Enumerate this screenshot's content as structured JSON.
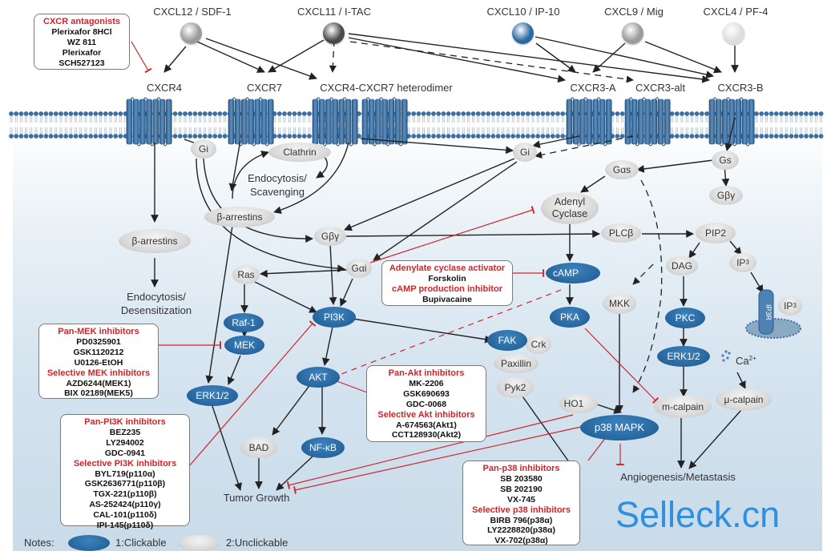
{
  "ligands": [
    {
      "label": "CXCL12 / SDF-1",
      "color": "#9b9b9b"
    },
    {
      "label": "CXCL11 / I-TAC",
      "color": "#4a4a4a"
    },
    {
      "label": "CXCL10 / IP-10",
      "color": "#2a6aa3"
    },
    {
      "label": "CXCL9 / Mig",
      "color": "#9b9b9b"
    },
    {
      "label": "CXCL4 / PF-4",
      "color": "#dedede"
    }
  ],
  "receptors": {
    "cxcr4": "CXCR4",
    "cxcr7": "CXCR7",
    "hetero": "CXCR4-CXCR7  heterodimer",
    "cxcr3a": "CXCR3-A",
    "cxcr3alt": "CXCR3-alt",
    "cxcr3b": "CXCR3-B"
  },
  "nodes": {
    "gi_left": "Gi",
    "clathrin": "Clathrin",
    "endocytosis_scavenging": "Endocytosis/ Scavenging",
    "b_arrestins_mid": "β-arrestins",
    "b_arrestins_left": "β-arrestins",
    "endocytosis_desens": "Endocytosis/ Desensitization",
    "gi_right": "Gi",
    "gas": "Gαs",
    "gs": "Gs",
    "gbg_right": "Gβγ",
    "adenyl": "Adenyl Cyclase",
    "gbg_mid": "Gβγ",
    "plcb": "PLCβ",
    "pip2": "PIP2",
    "ras": "Ras",
    "gai": "Gαi",
    "camp": "cAMP",
    "dag": "DAG",
    "ip3": "IP",
    "ip3_sub": "3",
    "ip3r": "IP3R",
    "ip3_in": "IP",
    "ip3_in_sub": "3",
    "raf1": "Raf-1",
    "pi3k": "PI3K",
    "mkk": "MKK",
    "pka": "PKA",
    "pkc": "PKC",
    "mek": "MEK",
    "fak": "FAK",
    "crk": "Crk",
    "paxillin": "Paxillin",
    "erk_right": "ERK1/2",
    "ca": "Ca",
    "ca_sup": "2+",
    "akt": "AKT",
    "erk_left": "ERK1/2",
    "pyk2": "Pyk2",
    "ho1": "HO1",
    "m_calpain": "m-calpain",
    "mu_calpain": "μ-calpain",
    "bad": "BAD",
    "nfkb": "NF-κB",
    "p38": "p38 MAPK",
    "tumor_growth": "Tumor Growth",
    "angio": "Angiogenesis/Metastasis"
  },
  "inhibitor_boxes": {
    "cxcr": {
      "title": "CXCR antagonists",
      "items": [
        "Plerixafor 8HCl",
        "WZ 811",
        "Plerixafor",
        "SCH527123"
      ]
    },
    "adenylate": {
      "lines": [
        {
          "text": "Adenylate cyclase activator",
          "red": true
        },
        {
          "text": "Forskolin",
          "red": false
        },
        {
          "text": "cAMP production inhibitor",
          "red": true
        },
        {
          "text": "Bupivacaine",
          "red": false
        }
      ]
    },
    "mek": {
      "lines": [
        {
          "text": "Pan-MEK inhibitors",
          "red": true
        },
        {
          "text": "PD0325901",
          "red": false
        },
        {
          "text": "GSK1120212",
          "red": false
        },
        {
          "text": "U0126-EtOH",
          "red": false
        },
        {
          "text": "Selective MEK inhibitors",
          "red": true
        },
        {
          "text": "AZD6244(MEK1)",
          "red": false
        },
        {
          "text": "BIX 02189(MEK5)",
          "red": false
        }
      ]
    },
    "akt": {
      "lines": [
        {
          "text": "Pan-Akt inhibitors",
          "red": true
        },
        {
          "text": "MK-2206",
          "red": false
        },
        {
          "text": "GSK690693",
          "red": false
        },
        {
          "text": "GDC-0068",
          "red": false
        },
        {
          "text": "Selective Akt inhibitors",
          "red": true
        },
        {
          "text": "A-674563(Akt1)",
          "red": false
        },
        {
          "text": "CCT128930(Akt2)",
          "red": false
        }
      ]
    },
    "pi3k": {
      "lines": [
        {
          "text": "Pan-PI3K inhibitors",
          "red": true
        },
        {
          "text": "BEZ235",
          "red": false
        },
        {
          "text": "LY294002",
          "red": false
        },
        {
          "text": "GDC-0941",
          "red": false
        },
        {
          "text": "Selective  PI3K inhibitors",
          "red": true
        },
        {
          "text": "BYL719(p110α)",
          "red": false
        },
        {
          "text": "GSK2636771(p110β)",
          "red": false
        },
        {
          "text": "TGX-221(p110β)",
          "red": false
        },
        {
          "text": "AS-252424(p110γ)",
          "red": false
        },
        {
          "text": "CAL-101(p110δ)",
          "red": false
        },
        {
          "text": "IPI-145(p110δ)",
          "red": false
        }
      ]
    },
    "p38": {
      "lines": [
        {
          "text": "Pan-p38 inhibitors",
          "red": true
        },
        {
          "text": "SB 203580",
          "red": false
        },
        {
          "text": "SB 202190",
          "red": false
        },
        {
          "text": "VX-745",
          "red": false
        },
        {
          "text": "Selective p38 inhibitors",
          "red": true
        },
        {
          "text": "BIRB 796(p38α)",
          "red": false
        },
        {
          "text": "LY2228820(p38α)",
          "red": false
        },
        {
          "text": "VX-702(p38α)",
          "red": false
        }
      ]
    }
  },
  "notes": {
    "label": "Notes:",
    "clickable": "1:Clickable",
    "unclickable": "2:Unclickable"
  },
  "watermark": "Selleck.cn",
  "colors": {
    "clickable": "#2a6aa3",
    "unclickable": "#d6d6d6",
    "inhibition": "#d0242a",
    "membrane": "#3e6e9e",
    "watermark": "#2f8fe0"
  }
}
